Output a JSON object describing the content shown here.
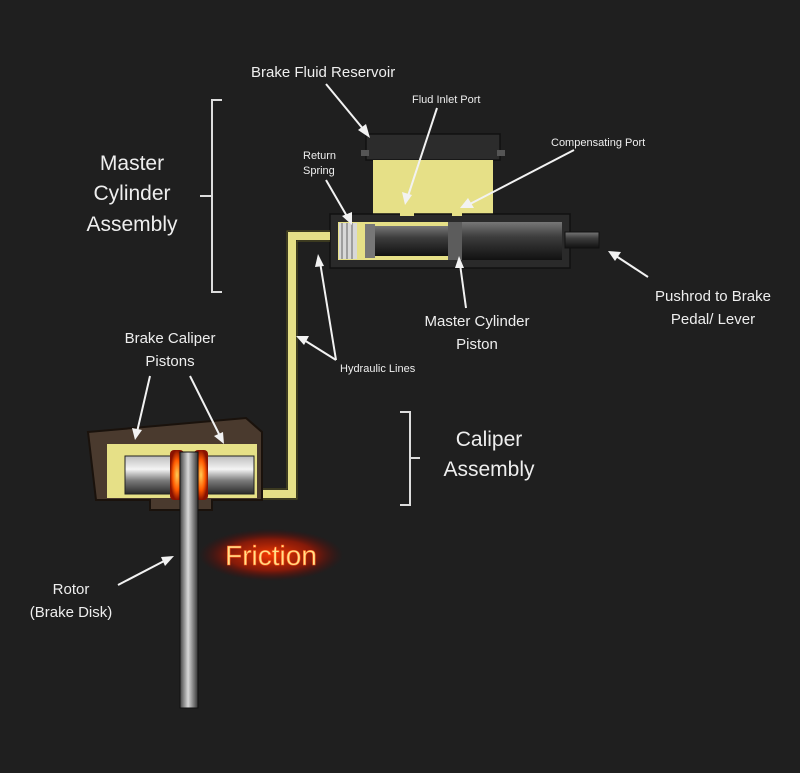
{
  "labels": {
    "brake_fluid_reservoir": "Brake Fluid Reservoir",
    "fluid_inlet_port": "Flud Inlet Port",
    "compensating_port": "Compensating Port",
    "return_spring_1": "Return",
    "return_spring_2": "Spring",
    "master_cylinder_assembly_1": "Master",
    "master_cylinder_assembly_2": "Cylinder",
    "master_cylinder_assembly_3": "Assembly",
    "pushrod_1": "Pushrod to Brake",
    "pushrod_2": "Pedal/ Lever",
    "master_cylinder_piston_1": "Master Cylinder",
    "master_cylinder_piston_2": "Piston",
    "hydraulic_lines": "Hydraulic Lines",
    "brake_caliper_pistons_1": "Brake Caliper",
    "brake_caliper_pistons_2": "Pistons",
    "caliper_assembly_1": "Caliper",
    "caliper_assembly_2": "Assembly",
    "friction": "Friction",
    "rotor_1": "Rotor",
    "rotor_2": "(Brake Disk)"
  },
  "colors": {
    "background": "#1f1f1f",
    "fluid": "#e6e087",
    "metal_dark": "#2c2c2c",
    "caliper_body": "#4a3a2e",
    "friction_glow": "#ff3300",
    "friction_text": "#ffe08a"
  }
}
